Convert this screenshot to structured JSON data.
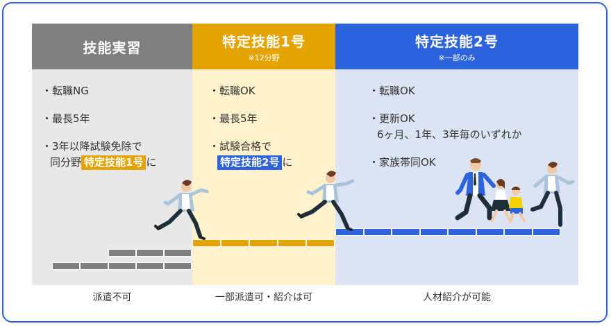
{
  "columns": [
    {
      "title": "技能実習",
      "subtitle": "",
      "items": [
        {
          "text": "・転職NG"
        },
        {
          "text": "・最長5年"
        },
        {
          "text": "・3年以降試験免除で",
          "line2_pre": "同分野",
          "tag": "特定技能1号",
          "line2_post": "に"
        }
      ],
      "footer": "派遣不可",
      "color": "#7f7f7f"
    },
    {
      "title": "特定技能1号",
      "subtitle": "※12分野",
      "items": [
        {
          "text": "・転職OK"
        },
        {
          "text": "・最長5年"
        },
        {
          "text": "・試験合格で",
          "tag": "特定技能2号",
          "line2_post": "に"
        }
      ],
      "footer": "一部派遣可・紹介は可",
      "color": "#e5a300"
    },
    {
      "title": "特定技能2号",
      "subtitle": "※一部のみ",
      "items": [
        {
          "text": "・転職OK"
        },
        {
          "text": "・更新OK",
          "line2": "6ヶ月、1年、3年毎のいずれか"
        },
        {
          "text": "・家族帯同OK"
        }
      ],
      "footer": "人材紹介が可能",
      "color": "#2e63de"
    }
  ],
  "illustrations": [
    "running-woman-icon",
    "running-woman-icon",
    "family-running-icon"
  ]
}
